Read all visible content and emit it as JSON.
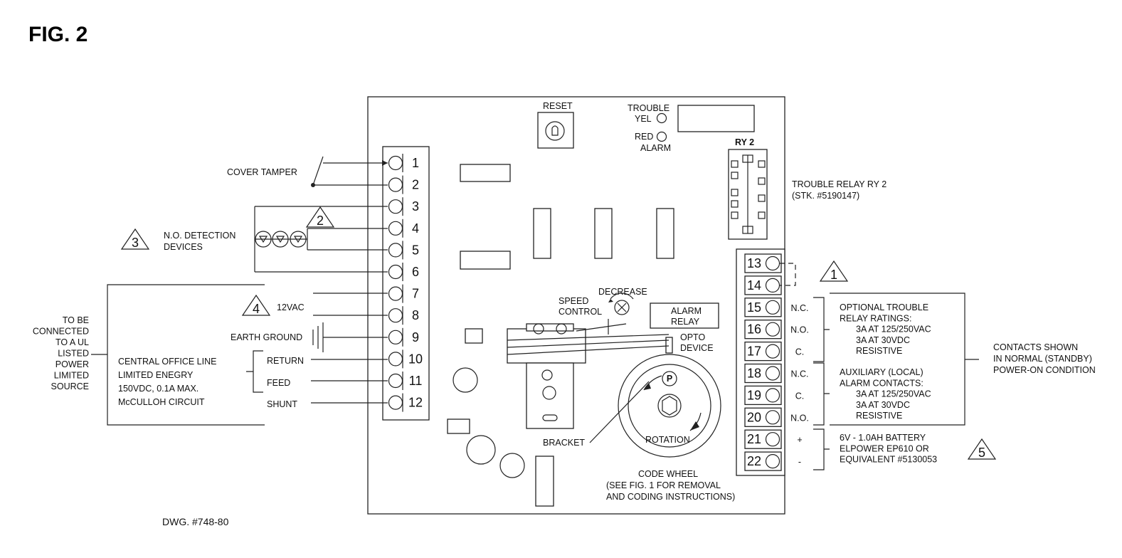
{
  "figure_title": "FIG. 2",
  "drawing_number": "DWG. #748-80",
  "board": {
    "reset": "RESET",
    "trouble_led_1": "TROUBLE",
    "trouble_led_2": "YEL",
    "alarm_led_1": "RED",
    "alarm_led_2": "ALARM",
    "relay_ry2": "RY 2",
    "speed_control_1": "SPEED",
    "speed_control_2": "CONTROL",
    "decrease": "DECREASE",
    "alarm_relay_1": "ALARM",
    "alarm_relay_2": "RELAY",
    "opto_1": "OPTO",
    "opto_2": "DEVICE",
    "bracket": "BRACKET",
    "rotation": "ROTATION",
    "code_wheel_1": "CODE WHEEL",
    "code_wheel_2": "(SEE FIG. 1 FOR REMOVAL",
    "code_wheel_3": "AND CODING INSTRUCTIONS)"
  },
  "left_terminals": [
    "1",
    "2",
    "3",
    "4",
    "5",
    "6",
    "7",
    "8",
    "9",
    "10",
    "11",
    "12"
  ],
  "right_terminals": [
    "13",
    "14",
    "15",
    "16",
    "17",
    "18",
    "19",
    "20",
    "21",
    "22"
  ],
  "right_terminal_labels": [
    "N.C.",
    "N.O.",
    "C.",
    "N.C.",
    "C.",
    "N.O.",
    "+",
    "-"
  ],
  "notes": {
    "cover_tamper": "COVER TAMPER",
    "detection_1": "N.O. DETECTION",
    "detection_2": "DEVICES",
    "vac": "12VAC",
    "earth": "EARTH GROUND",
    "return": "RETURN",
    "feed": "FEED",
    "shunt": "SHUNT",
    "central_1": "CENTRAL OFFICE LINE",
    "central_2": "LIMITED ENEGRY",
    "central_3": "150VDC, 0.1A MAX.",
    "central_4": "McCULLOH CIRCUIT",
    "source": [
      "TO BE",
      "CONNECTED",
      "TO A UL",
      "LISTED",
      "POWER",
      "LIMITED",
      "SOURCE"
    ],
    "trouble_relay_1": "TROUBLE RELAY RY 2",
    "trouble_relay_2": "(STK. #5190147)",
    "optional": [
      "OPTIONAL TROUBLE",
      "RELAY RATINGS:",
      "3A AT 125/250VAC",
      "3A AT 30VDC",
      "RESISTIVE"
    ],
    "auxiliary": [
      "AUXILIARY (LOCAL)",
      "ALARM CONTACTS:",
      "3A AT 125/250VAC",
      "3A AT 30VDC",
      "RESISTIVE"
    ],
    "battery": [
      "6V - 1.0AH BATTERY",
      "ELPOWER EP610 OR",
      "EQUIVALENT #5130053"
    ],
    "contacts": [
      "CONTACTS SHOWN",
      "IN NORMAL (STANDBY)",
      "POWER-ON CONDITION"
    ]
  },
  "callouts": [
    "1",
    "2",
    "3",
    "4",
    "5"
  ]
}
